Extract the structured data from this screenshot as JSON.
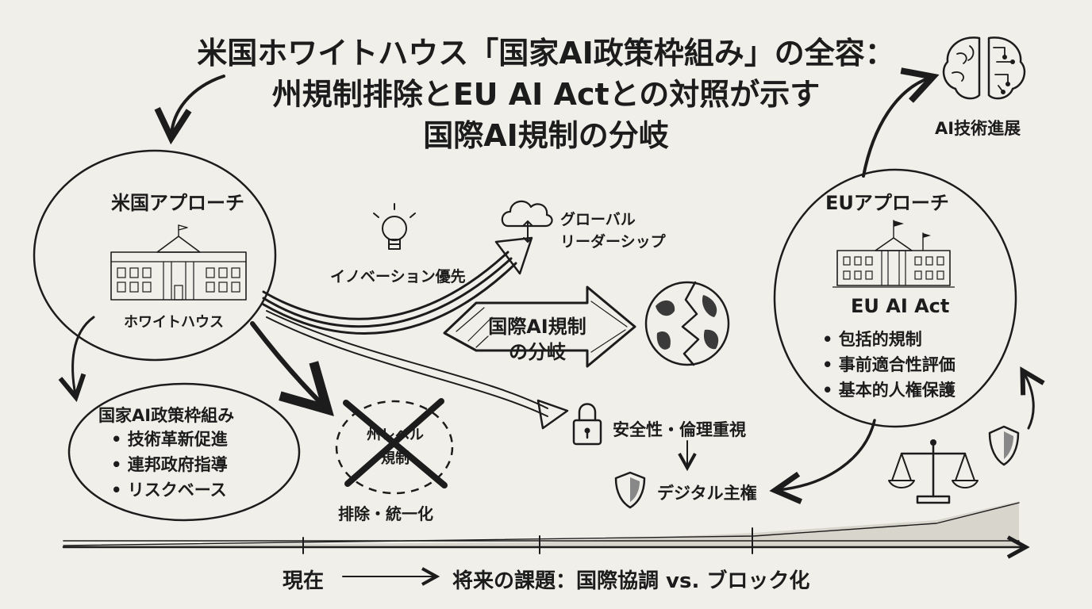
{
  "title": {
    "line1": "米国ホワイトハウス「国家AI政策枠組み」の全容：",
    "line2": "州規制排除とEU AI Actとの対照が示す",
    "line3": "国際AI規制の分岐"
  },
  "us_approach": {
    "heading": "米国アプローチ",
    "building_label": "ホワイトハウス",
    "framework": {
      "title": "国家AI政策枠組み",
      "items": [
        "技術革新促進",
        "連邦政府指導",
        "リスクベース"
      ]
    },
    "state_regulation": {
      "label_line1": "州レベル",
      "label_line2": "規制",
      "caption": "排除・統一化"
    }
  },
  "center": {
    "innovation_label": "イノベーション優先",
    "global_leadership_line1": "グローバル",
    "global_leadership_line2": "リーダーシップ",
    "divergence_line1": "国際AI規制",
    "divergence_line2": "の分岐",
    "safety_ethics": "安全性・倫理重視",
    "digital_sovereignty": "デジタル主権"
  },
  "eu_approach": {
    "heading": "EUアプローチ",
    "act_title": "EU AI Act",
    "items": [
      "包括的規制",
      "事前適合性評価",
      "基本的人権保護"
    ]
  },
  "ai_progress_label": "AI技術進展",
  "timeline": {
    "now": "現在",
    "future": "将来の課題：国際協調 vs. ブロック化"
  },
  "icons": [
    "lightbulb-icon",
    "cloud-sync-icon",
    "globe-cracked-icon",
    "lock-icon",
    "shield-icon",
    "brain-circuit-icon",
    "scales-icon",
    "white-house-icon",
    "eu-parliament-icon"
  ],
  "colors": {
    "background": "#f1efe9",
    "ink": "#1c1c1c"
  }
}
